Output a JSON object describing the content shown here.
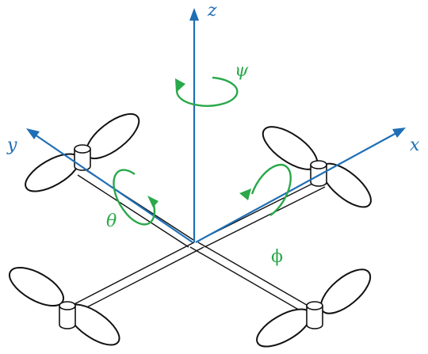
{
  "axes": {
    "x": "x",
    "y": "y",
    "z": "z"
  },
  "rotations": {
    "yaw": "ψ",
    "pitch": "θ",
    "roll": "ϕ"
  },
  "colors": {
    "axis": "#1f6fb6",
    "rotation": "#2aa84a",
    "frame": "#111111"
  }
}
